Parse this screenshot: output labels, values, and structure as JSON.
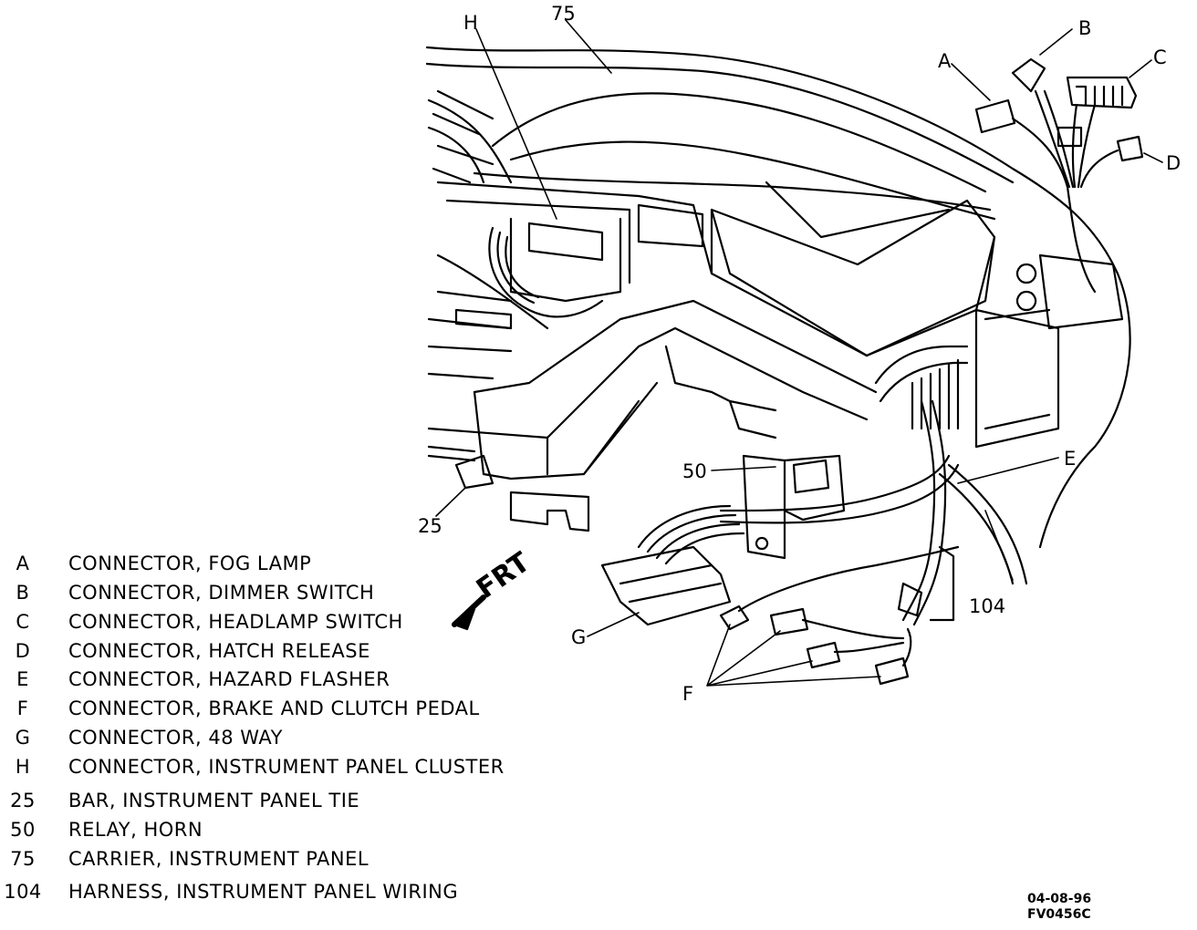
{
  "callouts": {
    "H": "H",
    "n75": "75",
    "A": "A",
    "B": "B",
    "C": "C",
    "D": "D",
    "E": "E",
    "n50": "50",
    "n25": "25",
    "G": "G",
    "F": "F",
    "n104": "104"
  },
  "frt_label": "FRT",
  "legend": [
    {
      "key": "A",
      "desc": "CONNECTOR, FOG LAMP"
    },
    {
      "key": "B",
      "desc": "CONNECTOR, DIMMER SWITCH"
    },
    {
      "key": "C",
      "desc": "CONNECTOR, HEADLAMP SWITCH"
    },
    {
      "key": "D",
      "desc": "CONNECTOR, HATCH RELEASE"
    },
    {
      "key": "E",
      "desc": "CONNECTOR, HAZARD FLASHER"
    },
    {
      "key": "F",
      "desc": "CONNECTOR, BRAKE AND CLUTCH PEDAL"
    },
    {
      "key": "G",
      "desc": "CONNECTOR, 48 WAY"
    },
    {
      "key": "H",
      "desc": "CONNECTOR, INSTRUMENT PANEL CLUSTER"
    },
    {
      "key": "25",
      "desc": "BAR, INSTRUMENT PANEL TIE"
    },
    {
      "key": "50",
      "desc": "RELAY, HORN"
    },
    {
      "key": "75",
      "desc": "CARRIER, INSTRUMENT PANEL"
    },
    {
      "key": "104",
      "desc": "HARNESS, INSTRUMENT PANEL WIRING"
    }
  ],
  "stamp": {
    "date": "04-08-96",
    "code": "FV0456C"
  }
}
